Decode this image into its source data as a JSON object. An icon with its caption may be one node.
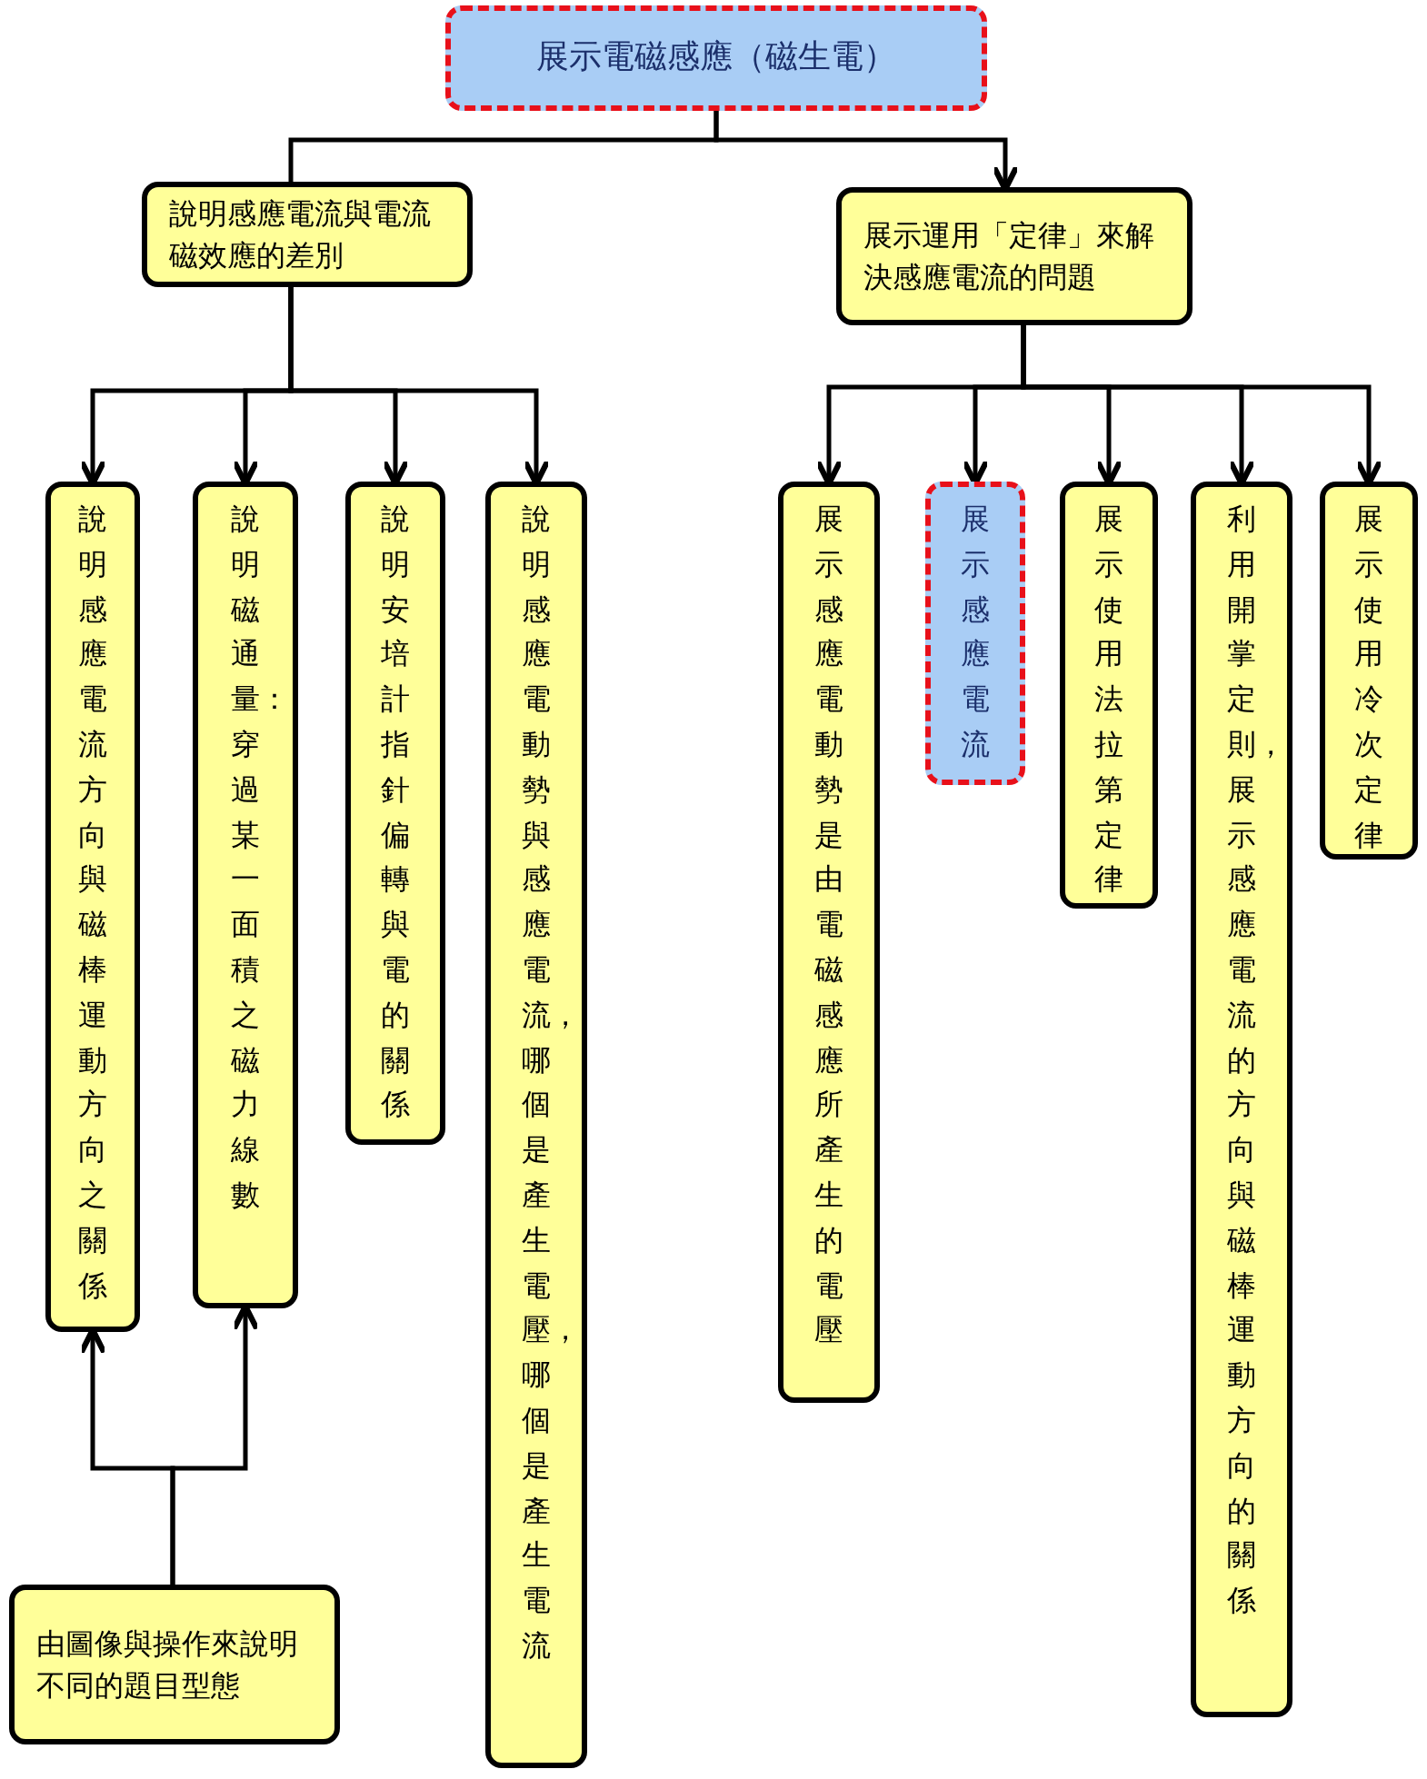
{
  "diagram": {
    "nodes": [
      {
        "text": [
          "展示電磁感應（磁生電）"
        ]
      },
      {
        "text": [
          "說明感應電流與電流磁效應的差別"
        ]
      },
      {
        "text": [
          "展示運用「定律」來解決感應電流的問題"
        ]
      },
      {
        "text": [
          "說明感應電流方向與磁棒運動方向之關係"
        ]
      },
      {
        "text": [
          "說明磁通量：穿過某一面積之磁力線數"
        ]
      },
      {
        "text": [
          "說明安培計指針偏轉與電的關係"
        ]
      },
      {
        "text": [
          "說明感應電動勢與感應電流，哪個是產生電壓，哪個是產生電流"
        ]
      },
      {
        "text": [
          "展示感應電動勢是由電磁感應所產生的電壓"
        ]
      },
      {
        "text": [
          "展示感應電流"
        ]
      },
      {
        "text": [
          "展示使用法拉第定律"
        ]
      },
      {
        "text": [
          "利用開掌定則，展示感應電流的方向與磁棒運動方向的關係"
        ]
      },
      {
        "text": [
          "展示使用冷次定律"
        ]
      },
      {
        "text": [
          "由圖像與操作來說明不同的題目型態"
        ]
      }
    ],
    "edges": [
      {
        "from": 0,
        "to": 1,
        "arrow": "none"
      },
      {
        "from": 0,
        "to": 2,
        "arrow": "to"
      },
      {
        "from": 1,
        "to": 3,
        "arrow": "to"
      },
      {
        "from": 1,
        "to": 4,
        "arrow": "to"
      },
      {
        "from": 1,
        "to": 5,
        "arrow": "to"
      },
      {
        "from": 1,
        "to": 6,
        "arrow": "to"
      },
      {
        "from": 2,
        "to": 7,
        "arrow": "to"
      },
      {
        "from": 2,
        "to": 8,
        "arrow": "to"
      },
      {
        "from": 2,
        "to": 9,
        "arrow": "to"
      },
      {
        "from": 2,
        "to": 10,
        "arrow": "to"
      },
      {
        "from": 2,
        "to": 11,
        "arrow": "to"
      },
      {
        "from": 12,
        "to": 3,
        "arrow": "to"
      },
      {
        "from": 12,
        "to": 4,
        "arrow": "to"
      }
    ]
  }
}
